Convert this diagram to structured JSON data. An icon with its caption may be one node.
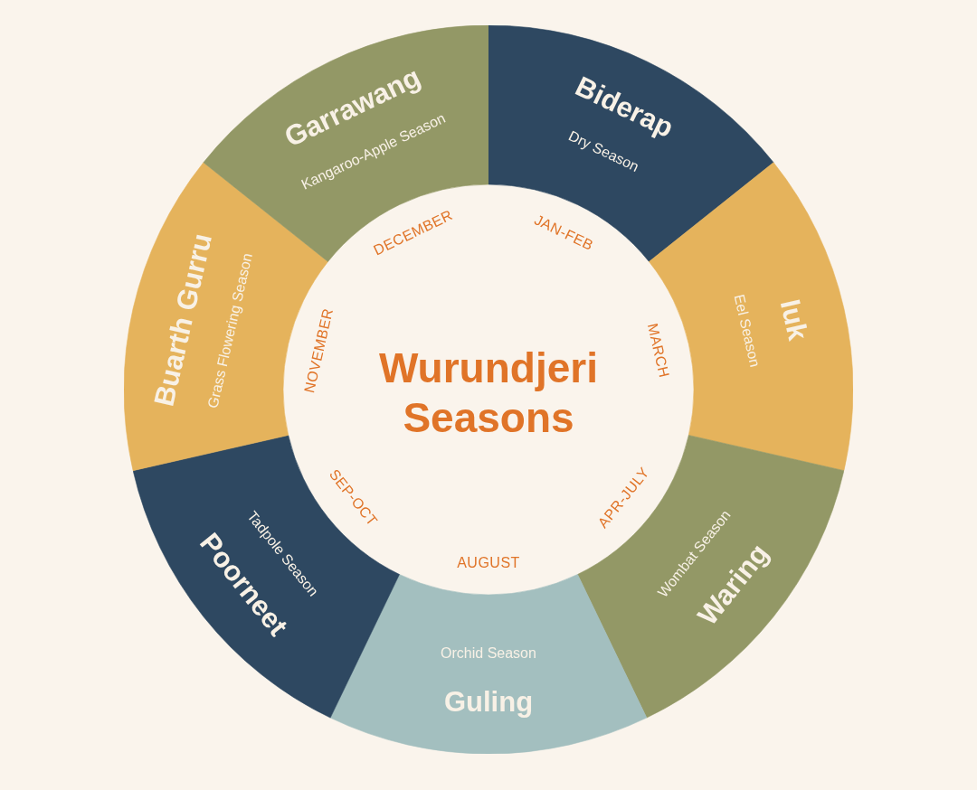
{
  "diagram": {
    "title": "Wurundjeri Seasons",
    "nodes": [
      {
        "text": [
          "Biderap",
          "Dry Season"
        ],
        "beside": [
          "JAN-FEB"
        ]
      },
      {
        "text": [
          "Iuk",
          "Eel Season"
        ],
        "beside": [
          "MARCH"
        ]
      },
      {
        "text": [
          "Wombat Season",
          "Waring"
        ],
        "beside": [
          "APR-JULY"
        ]
      },
      {
        "text": [
          "Orchid Season",
          "Guling"
        ],
        "beside": [
          "AUGUST"
        ]
      },
      {
        "text": [
          "Tadpole Season",
          "Poorneet"
        ],
        "beside": [
          "SEP-OCT"
        ]
      },
      {
        "text": [
          "Buarth Gurru",
          "Grass Flowering Season"
        ],
        "beside": [
          "NOVEMBER"
        ]
      },
      {
        "text": [
          "Garrawang",
          "Kangaroo-Apple Season"
        ],
        "beside": [
          "DECEMBER"
        ]
      }
    ]
  }
}
